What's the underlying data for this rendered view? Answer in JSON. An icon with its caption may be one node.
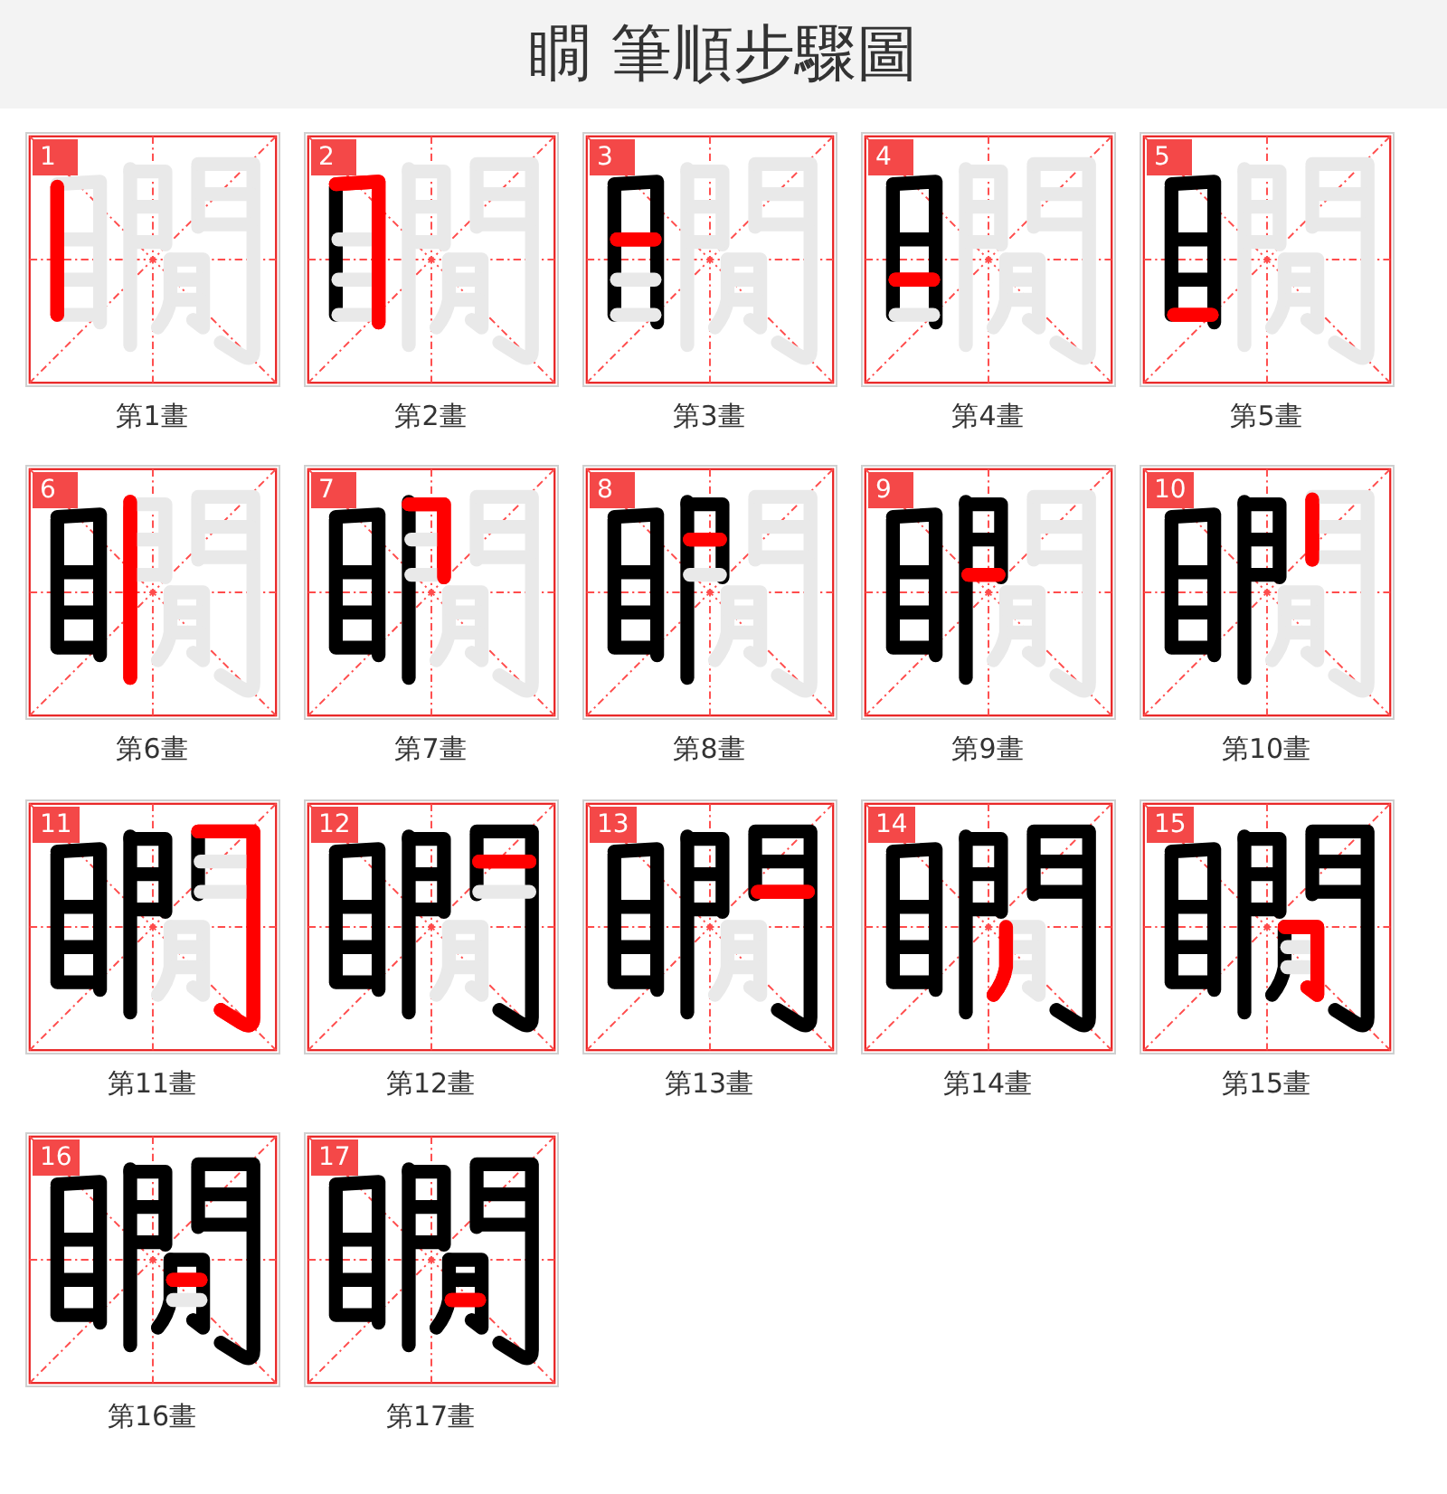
{
  "diagram": {
    "title": "瞯 筆順步驟圖",
    "nodes": [
      {
        "text": [
          "1"
        ],
        "beside": [
          "第1畫"
        ]
      },
      {
        "text": [
          "2"
        ],
        "beside": [
          "第2畫"
        ]
      },
      {
        "text": [
          "3"
        ],
        "beside": [
          "第3畫"
        ]
      },
      {
        "text": [
          "4"
        ],
        "beside": [
          "第4畫"
        ]
      },
      {
        "text": [
          "5"
        ],
        "beside": [
          "第5畫"
        ]
      },
      {
        "text": [
          "6"
        ],
        "beside": [
          "第6畫"
        ]
      },
      {
        "text": [
          "7"
        ],
        "beside": [
          "第7畫"
        ]
      },
      {
        "text": [
          "8"
        ],
        "beside": [
          "第8畫"
        ]
      },
      {
        "text": [
          "9"
        ],
        "beside": [
          "第9畫"
        ]
      },
      {
        "text": [
          "10"
        ],
        "beside": [
          "第10畫"
        ]
      },
      {
        "text": [
          "11"
        ],
        "beside": [
          "第11畫"
        ]
      },
      {
        "text": [
          "12"
        ],
        "beside": [
          "第12畫"
        ]
      },
      {
        "text": [
          "13"
        ],
        "beside": [
          "第13畫"
        ]
      },
      {
        "text": [
          "14"
        ],
        "beside": [
          "第14畫"
        ]
      },
      {
        "text": [
          "15"
        ],
        "beside": [
          "第15畫"
        ]
      },
      {
        "text": [
          "16"
        ],
        "beside": [
          "第16畫"
        ]
      },
      {
        "text": [
          "17"
        ],
        "beside": [
          "第17畫"
        ]
      }
    ]
  }
}
